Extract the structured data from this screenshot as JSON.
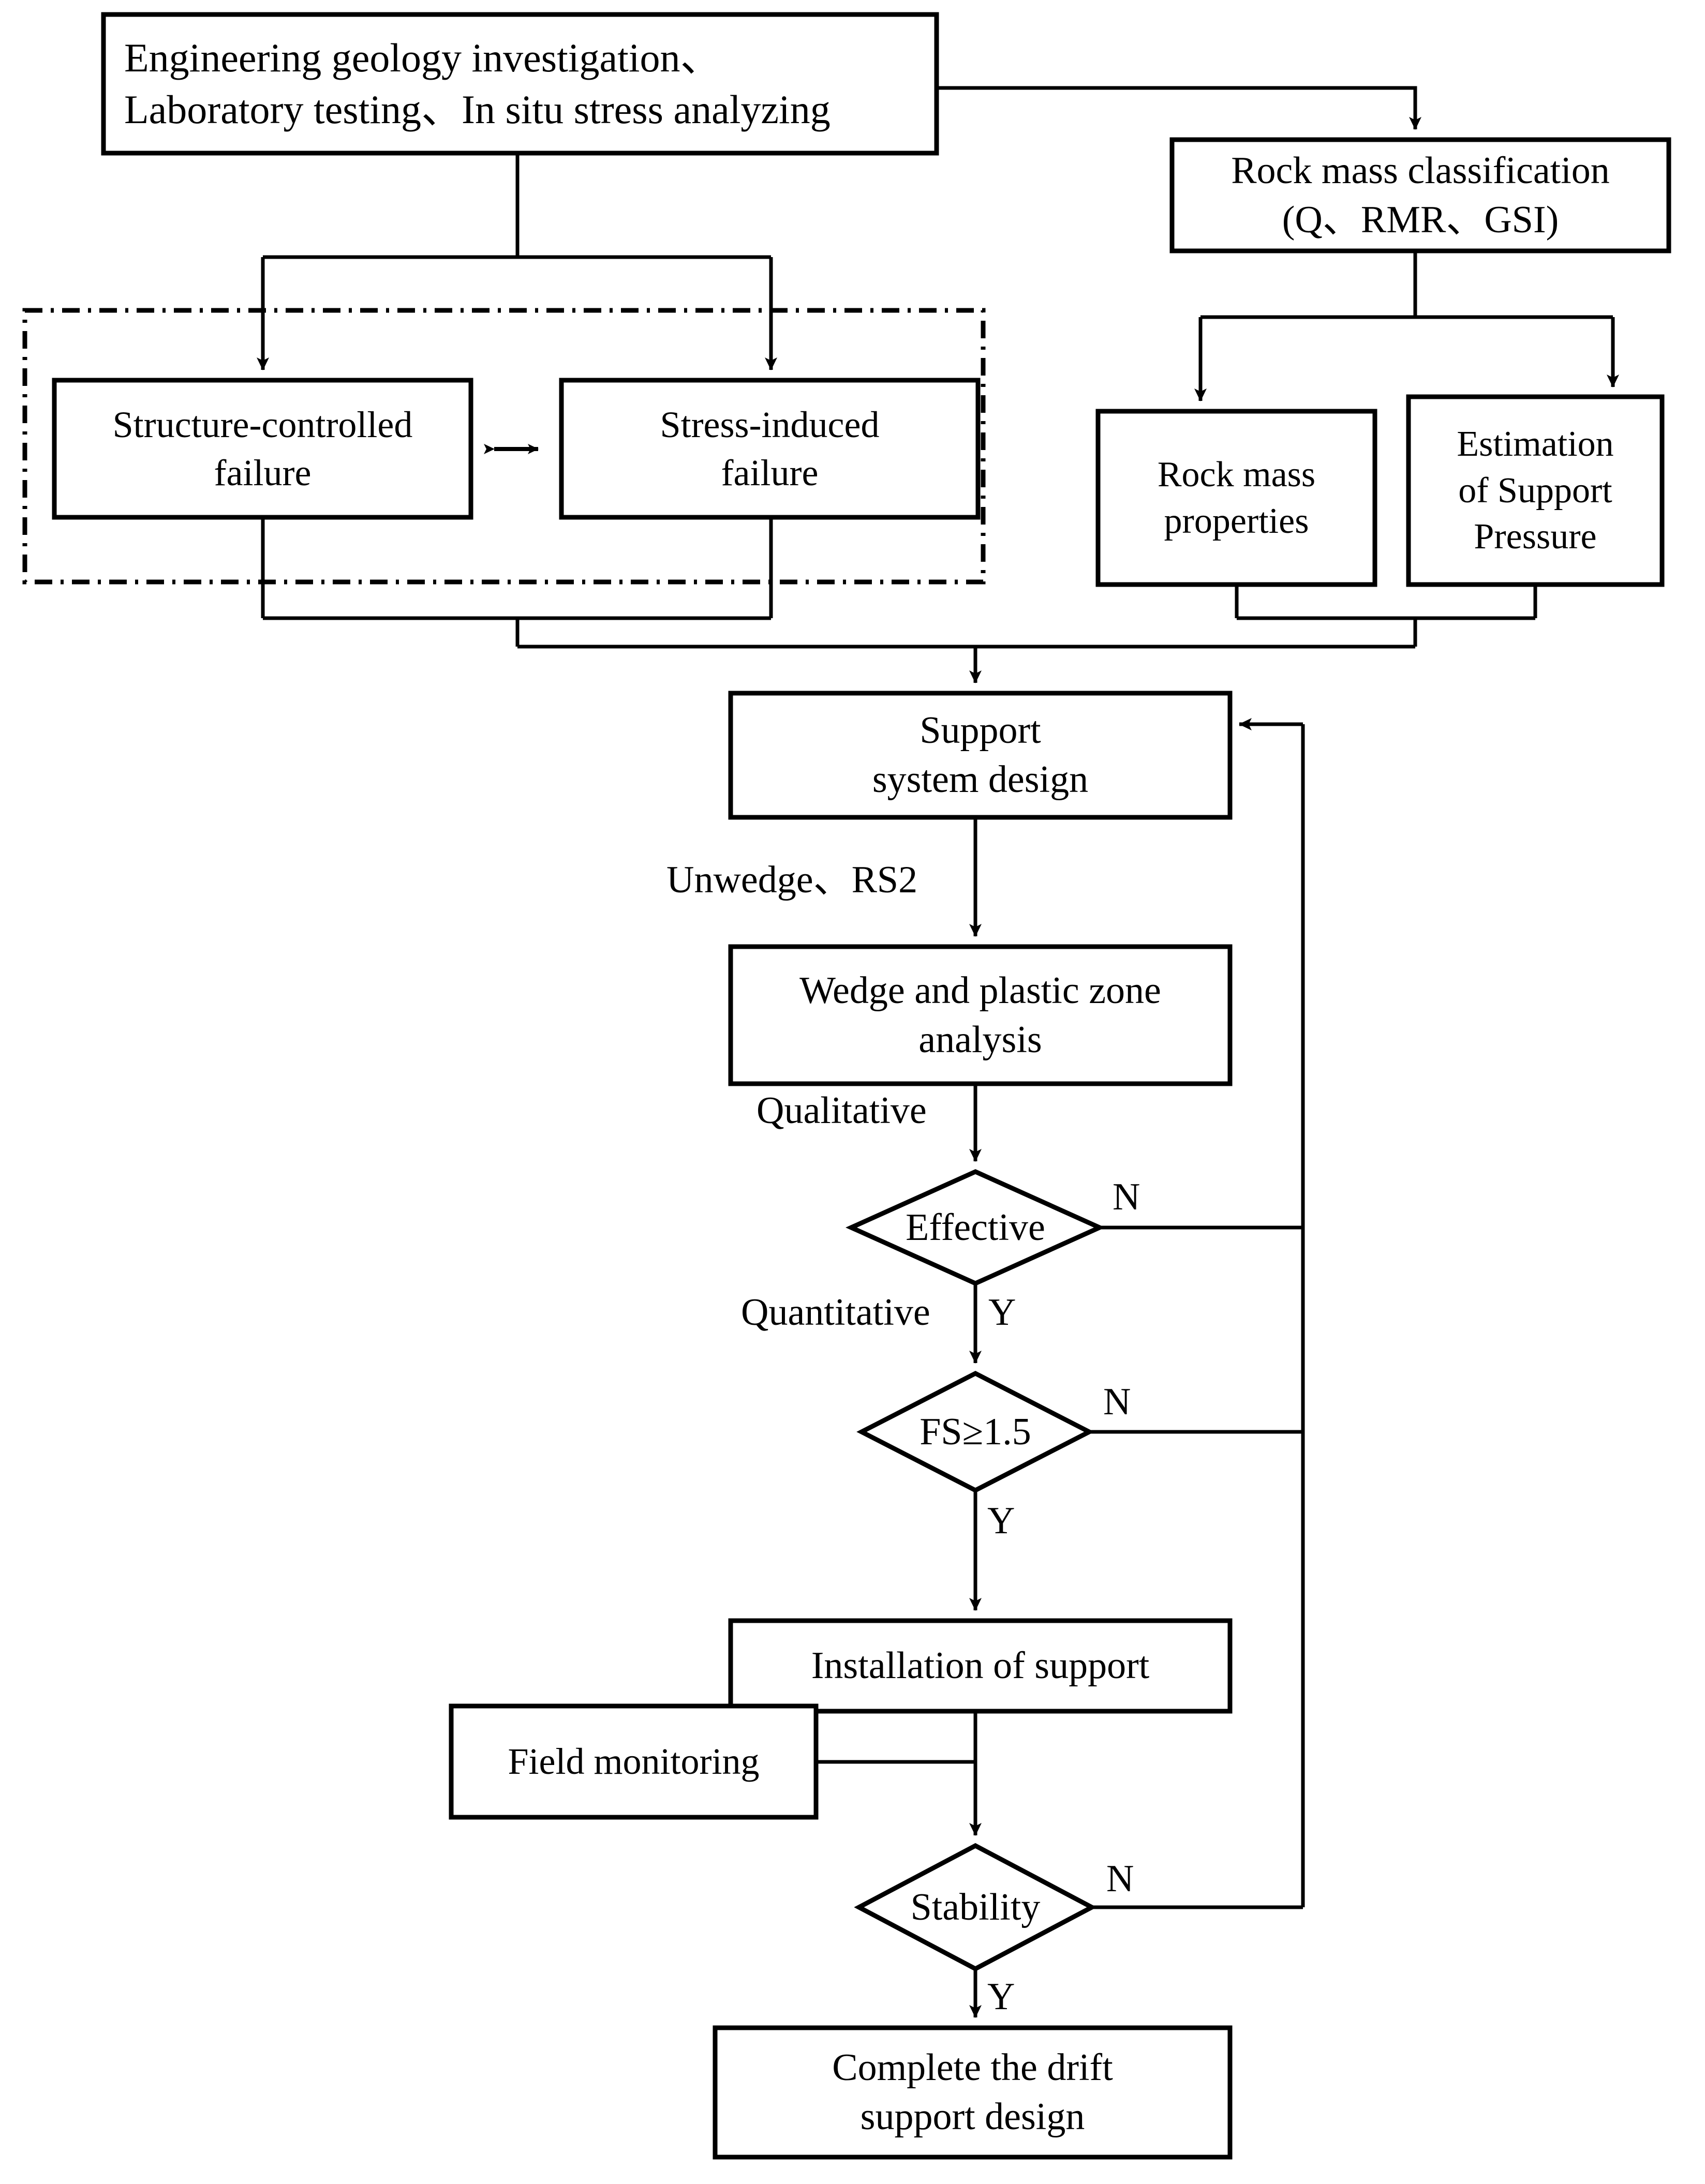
{
  "diagram": {
    "title": "Drift support design flowchart",
    "type": "flowchart",
    "stroke_color": "#000000",
    "fill_color": "#ffffff",
    "nodes": {
      "investigation": {
        "shape": "process",
        "label": "Engineering geology investigation、\nLaboratory testing、In situ stress analyzing",
        "line1": "Engineering geology investigation、",
        "line2": "Laboratory testing、In situ stress analyzing"
      },
      "classification": {
        "shape": "process",
        "label": "Rock mass classification\n(Q、RMR、GSI)",
        "line1": "Rock mass classification",
        "line2": "(Q、RMR、GSI)"
      },
      "structure_failure": {
        "shape": "process",
        "label": "Structure-controlled\nfailure",
        "line1": "Structure-controlled",
        "line2": "failure"
      },
      "stress_failure": {
        "shape": "process",
        "label": "Stress-induced\nfailure",
        "line1": "Stress-induced",
        "line2": "failure"
      },
      "rock_properties": {
        "shape": "process",
        "label": "Rock mass\nproperties",
        "line1": "Rock mass",
        "line2": "properties"
      },
      "support_pressure": {
        "shape": "process",
        "label": "Estimation\nof Support\nPressure",
        "line1": "Estimation",
        "line2": "of Support",
        "line3": "Pressure"
      },
      "support_design": {
        "shape": "process",
        "label": "Support\nsystem design",
        "line1": "Support",
        "line2": "system design"
      },
      "wedge_analysis": {
        "shape": "process",
        "label": "Wedge and plastic zone\nanalysis",
        "line1": "Wedge and plastic zone",
        "line2": "analysis"
      },
      "effective_decision": {
        "shape": "decision",
        "label": "Effective"
      },
      "fs_decision": {
        "shape": "decision",
        "label": "FS≥1.5"
      },
      "installation": {
        "shape": "process",
        "label": "Installation of support"
      },
      "field_monitoring": {
        "shape": "process",
        "label": "Field monitoring"
      },
      "stability_decision": {
        "shape": "decision",
        "label": "Stability"
      },
      "complete": {
        "shape": "process",
        "label": "Complete the drift\nsupport design",
        "line1": "Complete the drift",
        "line2": "support design"
      }
    },
    "edge_labels": {
      "unwedge": "Unwedge、RS2",
      "qualitative": "Qualitative",
      "quantitative": "Quantitative",
      "effective_yes": "Y",
      "effective_no": "N",
      "fs_yes": "Y",
      "fs_no": "N",
      "stability_yes": "Y",
      "stability_no": "N"
    },
    "annotations": {
      "failure_group_border": "dash-dot rectangle grouping structure-controlled and stress-induced failure"
    }
  }
}
